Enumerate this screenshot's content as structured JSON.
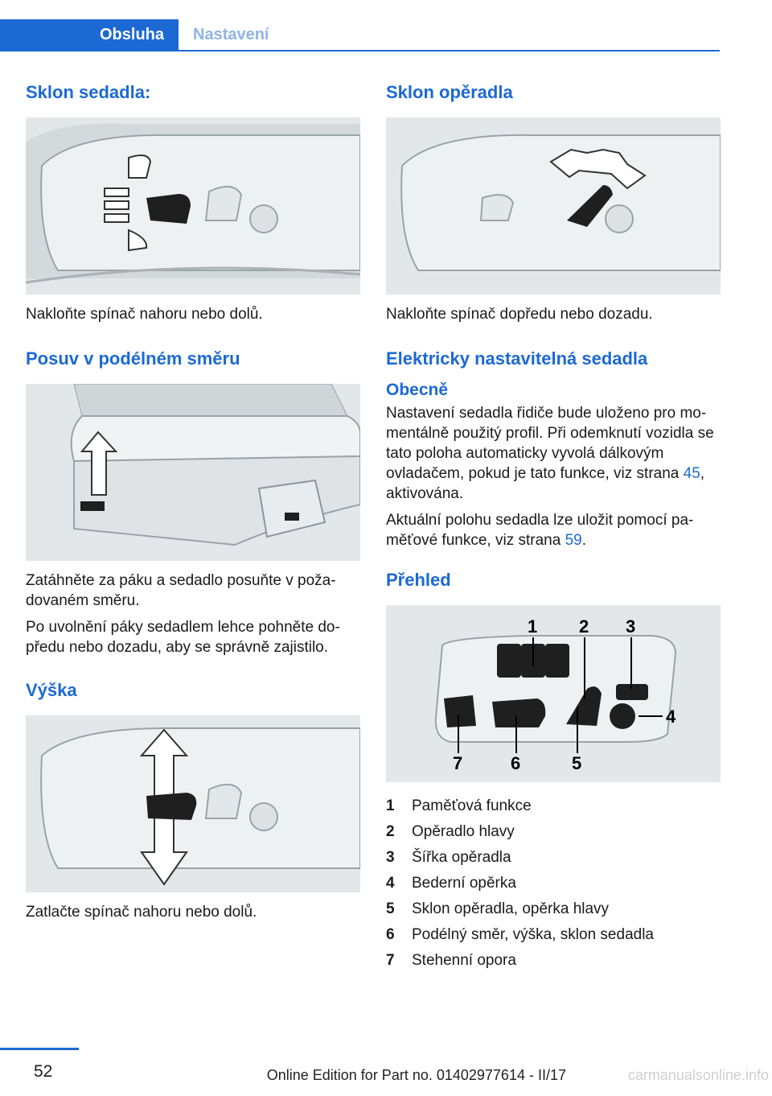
{
  "header": {
    "tab_active": "Obsluha",
    "tab_inactive": "Nastavení"
  },
  "left": {
    "s1_title": "Sklon sedadla:",
    "s1_text": "Nakloňte spínač nahoru nebo dolů.",
    "s2_title": "Posuv v podélném směru",
    "s2_text1": "Zatáhněte za páku a sedadlo posuňte v poža­dovaném směru.",
    "s2_text2": "Po uvolnění páky sedadlem lehce pohněte do­předu nebo dozadu, aby se správně zajistilo.",
    "s3_title": "Výška",
    "s3_text": "Zatlačte spínač nahoru nebo dolů."
  },
  "right": {
    "s1_title": "Sklon opěradla",
    "s1_text": "Nakloňte spínač dopředu nebo dozadu.",
    "s2_title": "Elektricky nastavitelná sedadla",
    "s2_sub": "Obecně",
    "s2_text1_a": "Nastavení sedadla řidiče bude uloženo pro mo­mentálně použitý profil. Při odemknutí vozidla se tato poloha automaticky vyvolá dálkovým ovladačem, pokud je tato funkce, viz strana ",
    "s2_link1": "45",
    "s2_text1_b": ", aktivována.",
    "s2_text2_a": "Aktuální polohu sedadla lze uložit pomocí pa­měťové funkce, viz strana ",
    "s2_link2": "59",
    "s2_text2_b": ".",
    "s3_title": "Přehled",
    "figure_callouts": [
      "1",
      "2",
      "3",
      "4",
      "5",
      "6",
      "7"
    ],
    "legend": [
      {
        "num": "1",
        "label": "Paměťová funkce"
      },
      {
        "num": "2",
        "label": "Opěradlo hlavy"
      },
      {
        "num": "3",
        "label": "Šířka opěradla"
      },
      {
        "num": "4",
        "label": "Bederní opěrka"
      },
      {
        "num": "5",
        "label": "Sklon opěradla, opěrka hlavy"
      },
      {
        "num": "6",
        "label": "Podélný směr, výška, sklon sedadla"
      },
      {
        "num": "7",
        "label": "Stehenní opora"
      }
    ]
  },
  "footer": {
    "page_number": "52",
    "edition": "Online Edition for Part no. 01402977614 - II/17",
    "watermark": "carmanualsonline.info"
  },
  "colors": {
    "accent": "#1c69d4",
    "link": "#1c69d4",
    "figure_bg": "#e6eaec"
  }
}
